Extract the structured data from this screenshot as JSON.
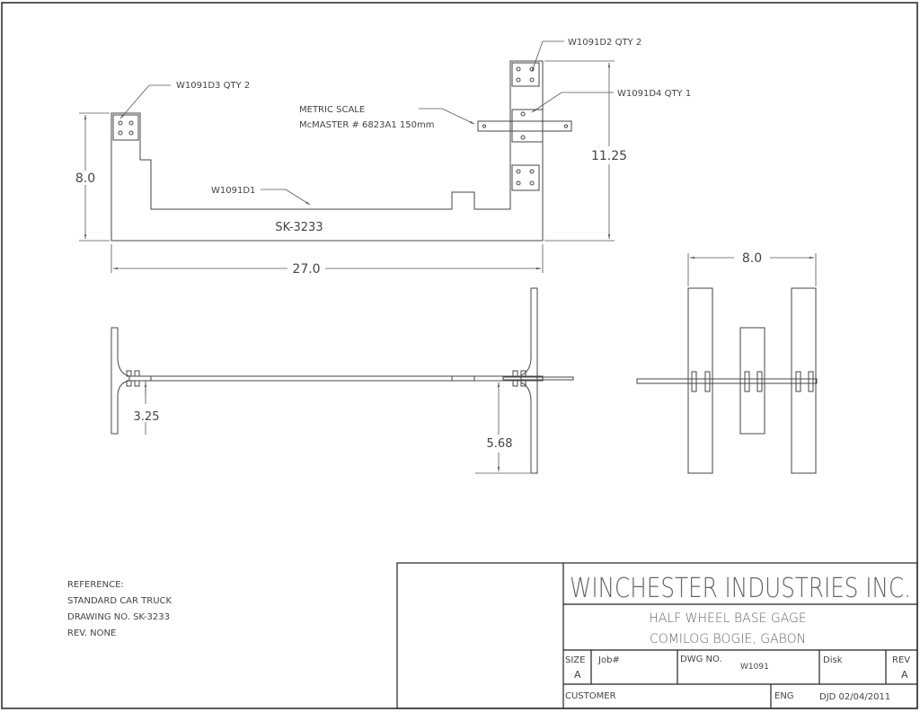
{
  "top_view": {
    "dim_height_left": "8.0",
    "dim_height_right": "11.25",
    "dim_width": "27.0",
    "sketch_no": "SK-3233"
  },
  "callouts": {
    "part_d3": "W1091D3  QTY 2",
    "part_d2": "W1091D2  QTY 2",
    "part_d4": "W1091D4 QTY 1",
    "part_d1": "W1091D1",
    "scale_line1": "METRIC SCALE",
    "scale_line2": "McMASTER # 6823A1 150mm"
  },
  "front_view": {
    "dim_left": "3.25",
    "dim_right": "5.68"
  },
  "side_view": {
    "dim_width": "8.0"
  },
  "reference": {
    "lines": [
      "REFERENCE:",
      "STANDARD CAR TRUCK",
      "DRAWING NO. SK-3233",
      "REV. NONE"
    ]
  },
  "title_block": {
    "company": "WINCHESTER INDUSTRIES INC.",
    "title_line1": "HALF WHEEL BASE GAGE",
    "title_line2": "COMILOG BOGIE, GABON",
    "size_label": "SIZE",
    "size_value": "A",
    "job_label": "Job#",
    "dwg_label": "DWG NO.",
    "dwg_value": "W1091",
    "disk_label": "Disk",
    "rev_label": "REV",
    "rev_value": "A",
    "customer_label": "CUSTOMER",
    "eng_label": "ENG",
    "eng_value": "DJD 02/04/2011"
  }
}
